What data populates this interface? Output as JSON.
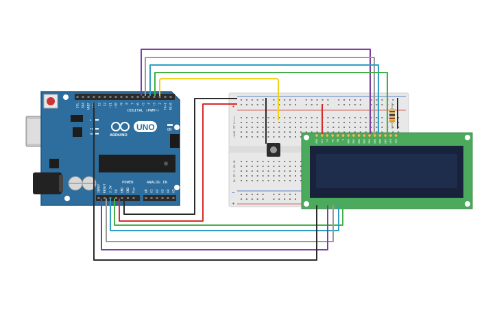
{
  "colors": {
    "background": "#ffffff",
    "arduino_board": "#2d6e9e",
    "arduino_edge": "#1f5581",
    "header_black": "#2b2b2b",
    "breadboard": "#e8e8e8",
    "breadboard_hole": "#7a7a7a",
    "rail_red": "#d33a2c",
    "rail_blue": "#2a5fbf",
    "lcd_pcb": "#4caa5c",
    "lcd_screen": "#1f2d4d",
    "lcd_bezel": "#18223a",
    "wire_purple": "#7b3f9e",
    "wire_gray": "#9a9a9a",
    "wire_cyan": "#2f9ec4",
    "wire_green": "#43b047",
    "wire_yellow": "#f0d21c",
    "wire_red": "#d62a2a",
    "wire_black": "#2a2a2a"
  },
  "arduino": {
    "brand": "ARDUINO",
    "model": "UNO",
    "on_label": "ON",
    "tx_label": "TX",
    "rx_label": "RX",
    "l_label": "L",
    "digital_label": "DIGITAL (PWM~)",
    "power_label": "POWER",
    "analog_label": "ANALOG IN",
    "top_pins": [
      "SCL",
      "SDA",
      "AREF",
      "GND",
      "13",
      "12",
      "~11",
      "~10",
      "~9",
      "8",
      "7",
      "~6",
      "~5",
      "4",
      "~3",
      "2",
      "TX→1",
      "RX←0"
    ],
    "power_pins": [
      "IOREF",
      "RESET",
      "3.3V",
      "5V",
      "GND",
      "GND",
      "Vin"
    ],
    "analog_pins": [
      "A0",
      "A1",
      "A2",
      "A3",
      "A4",
      "A5"
    ]
  },
  "breadboard": {
    "row_letters_top": [
      "j",
      "i",
      "h",
      "g",
      "f"
    ],
    "row_letters_bottom": [
      "e",
      "d",
      "c",
      "b",
      "a"
    ],
    "rail_plus": "+",
    "rail_minus": "−"
  },
  "lcd": {
    "pin_labels": [
      "GND",
      "VCC",
      "V0",
      "RS",
      "RW",
      "E",
      "DB0",
      "DB1",
      "DB2",
      "DB3",
      "DB4",
      "DB5",
      "DB6",
      "DB7",
      "LED",
      "LED"
    ]
  },
  "components": [
    "potentiometer-icon",
    "resistor-icon",
    "usb-jack-icon",
    "power-jack-icon",
    "reset-button-icon",
    "microcontroller-chip-icon"
  ]
}
